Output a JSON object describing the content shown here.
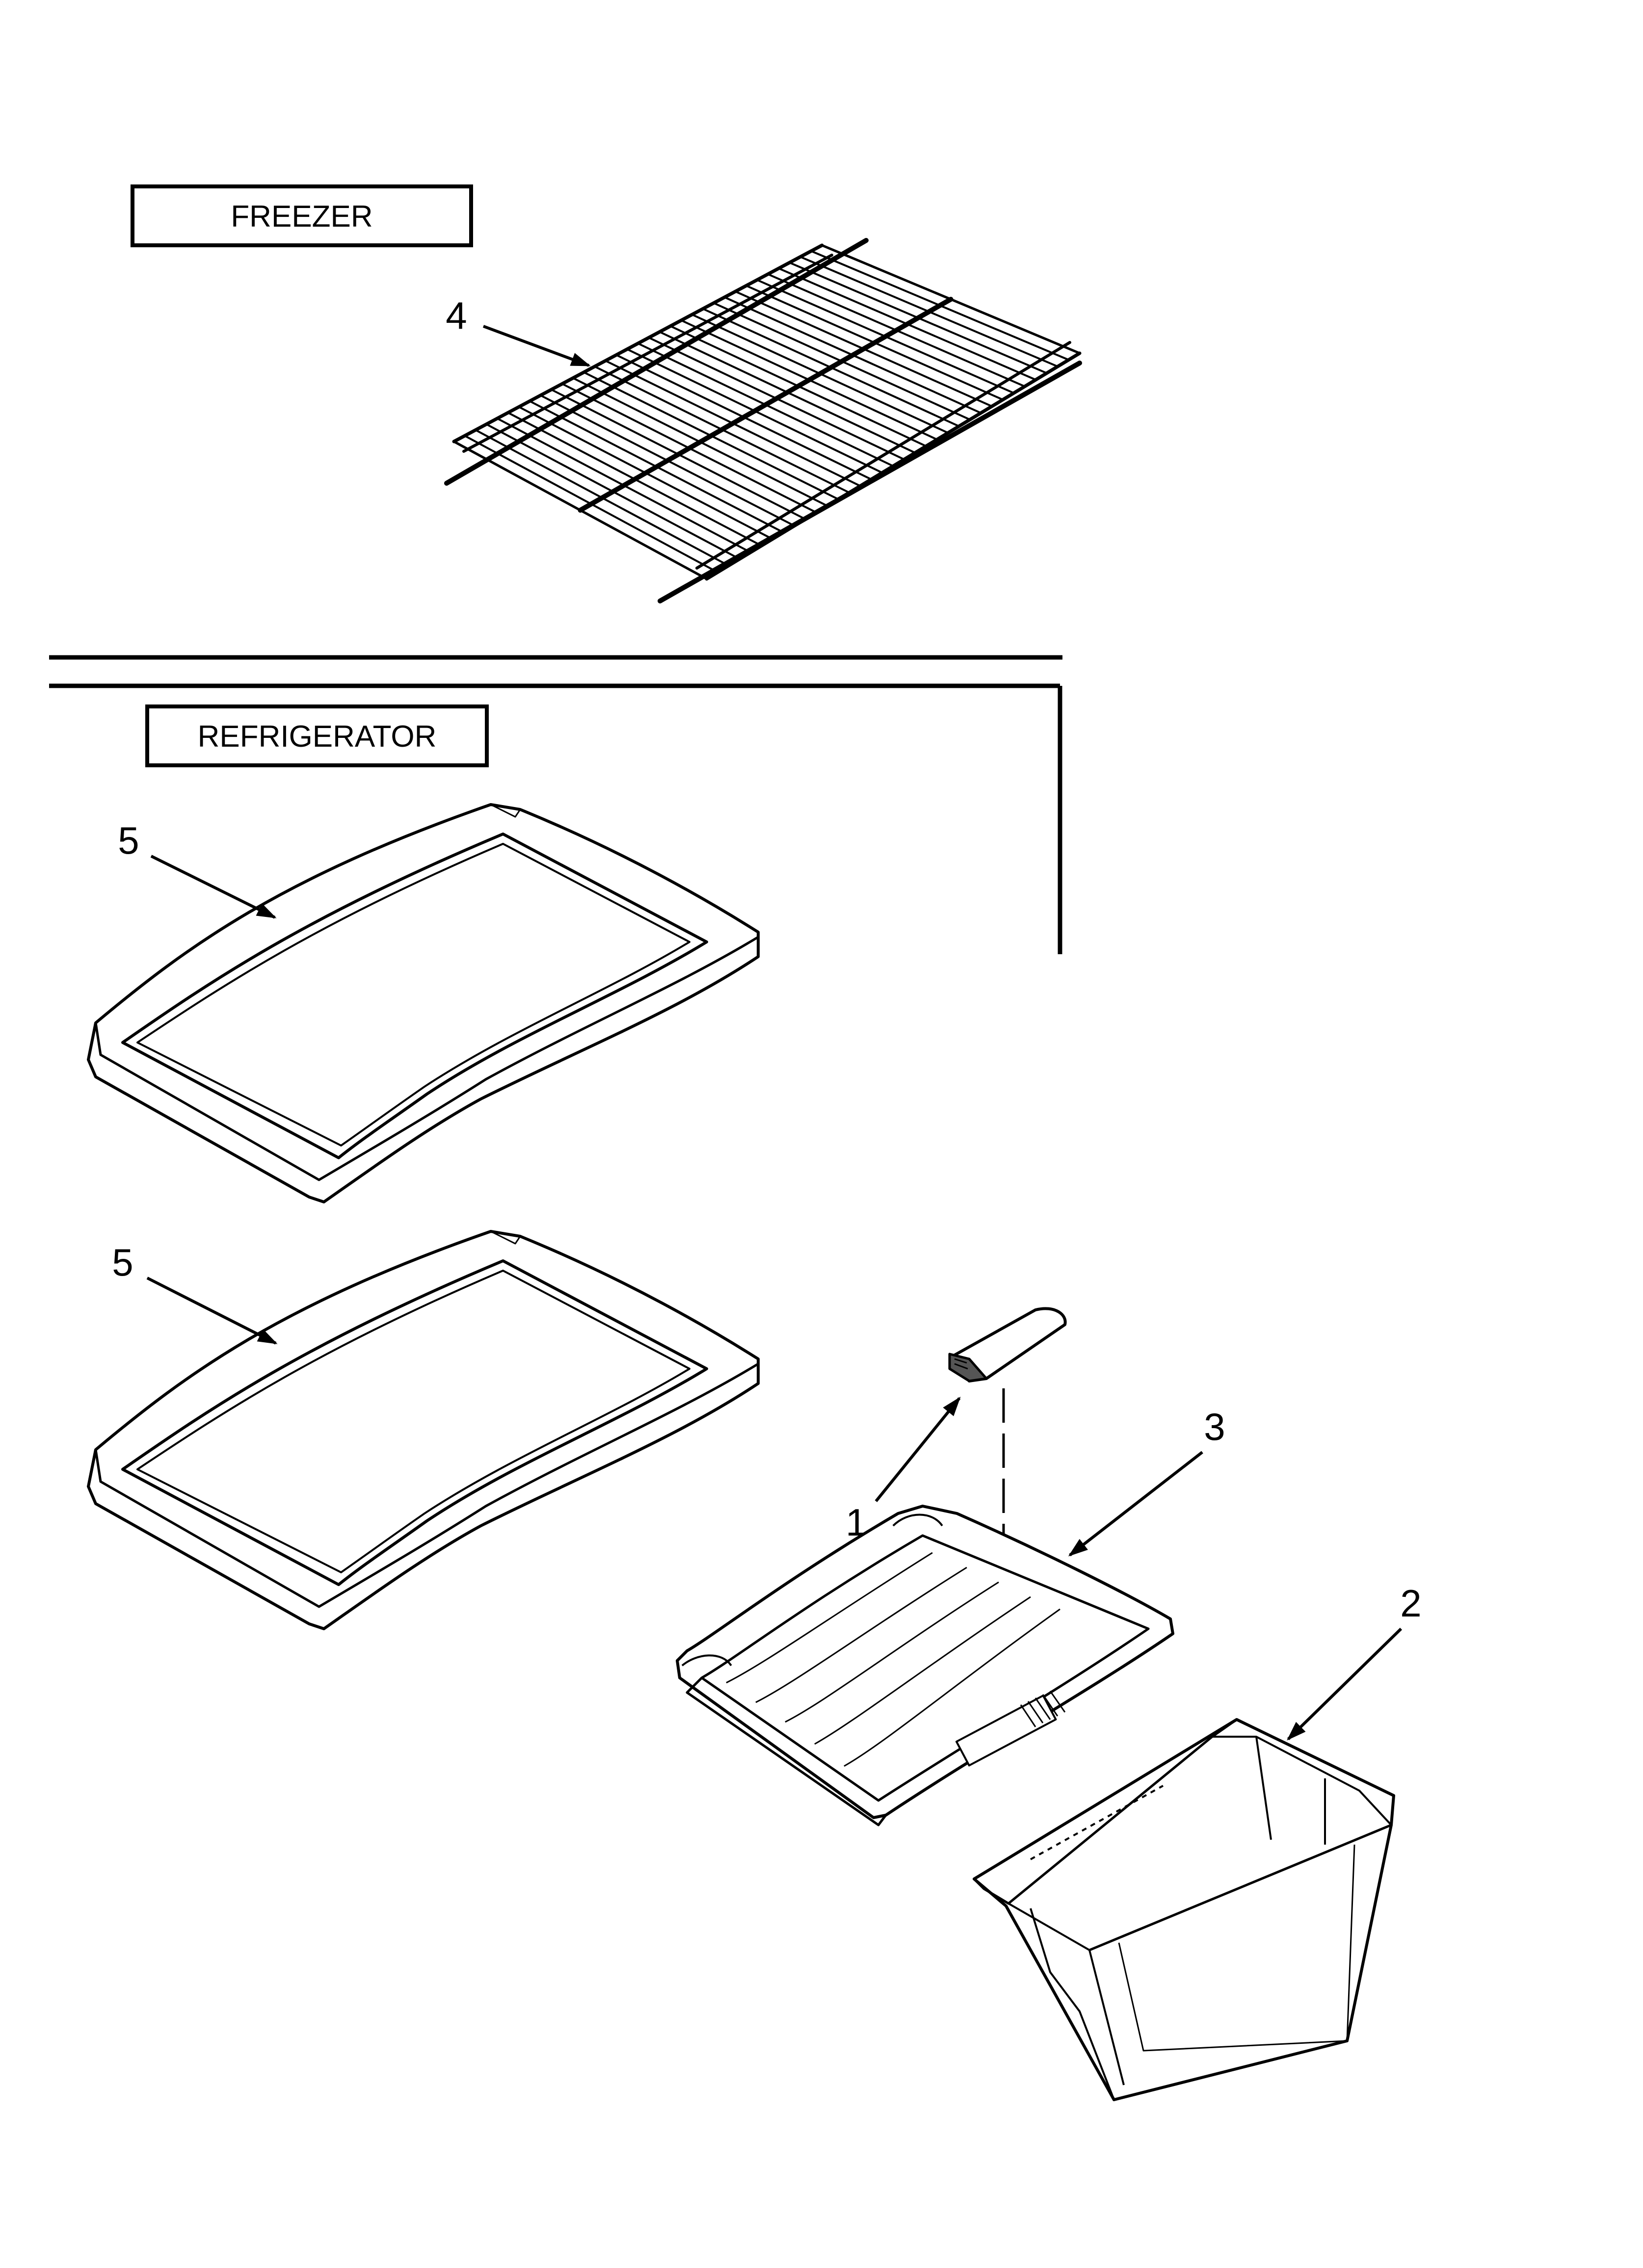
{
  "sections": {
    "freezer_label": "FREEZER",
    "refrigerator_label": "REFRIGERATOR"
  },
  "callouts": {
    "wire_shelf": "4",
    "glass_shelf_upper": "5",
    "glass_shelf_lower": "5",
    "cover_clip": "1",
    "crisper_cover": "3",
    "crisper_drawer": "2"
  }
}
